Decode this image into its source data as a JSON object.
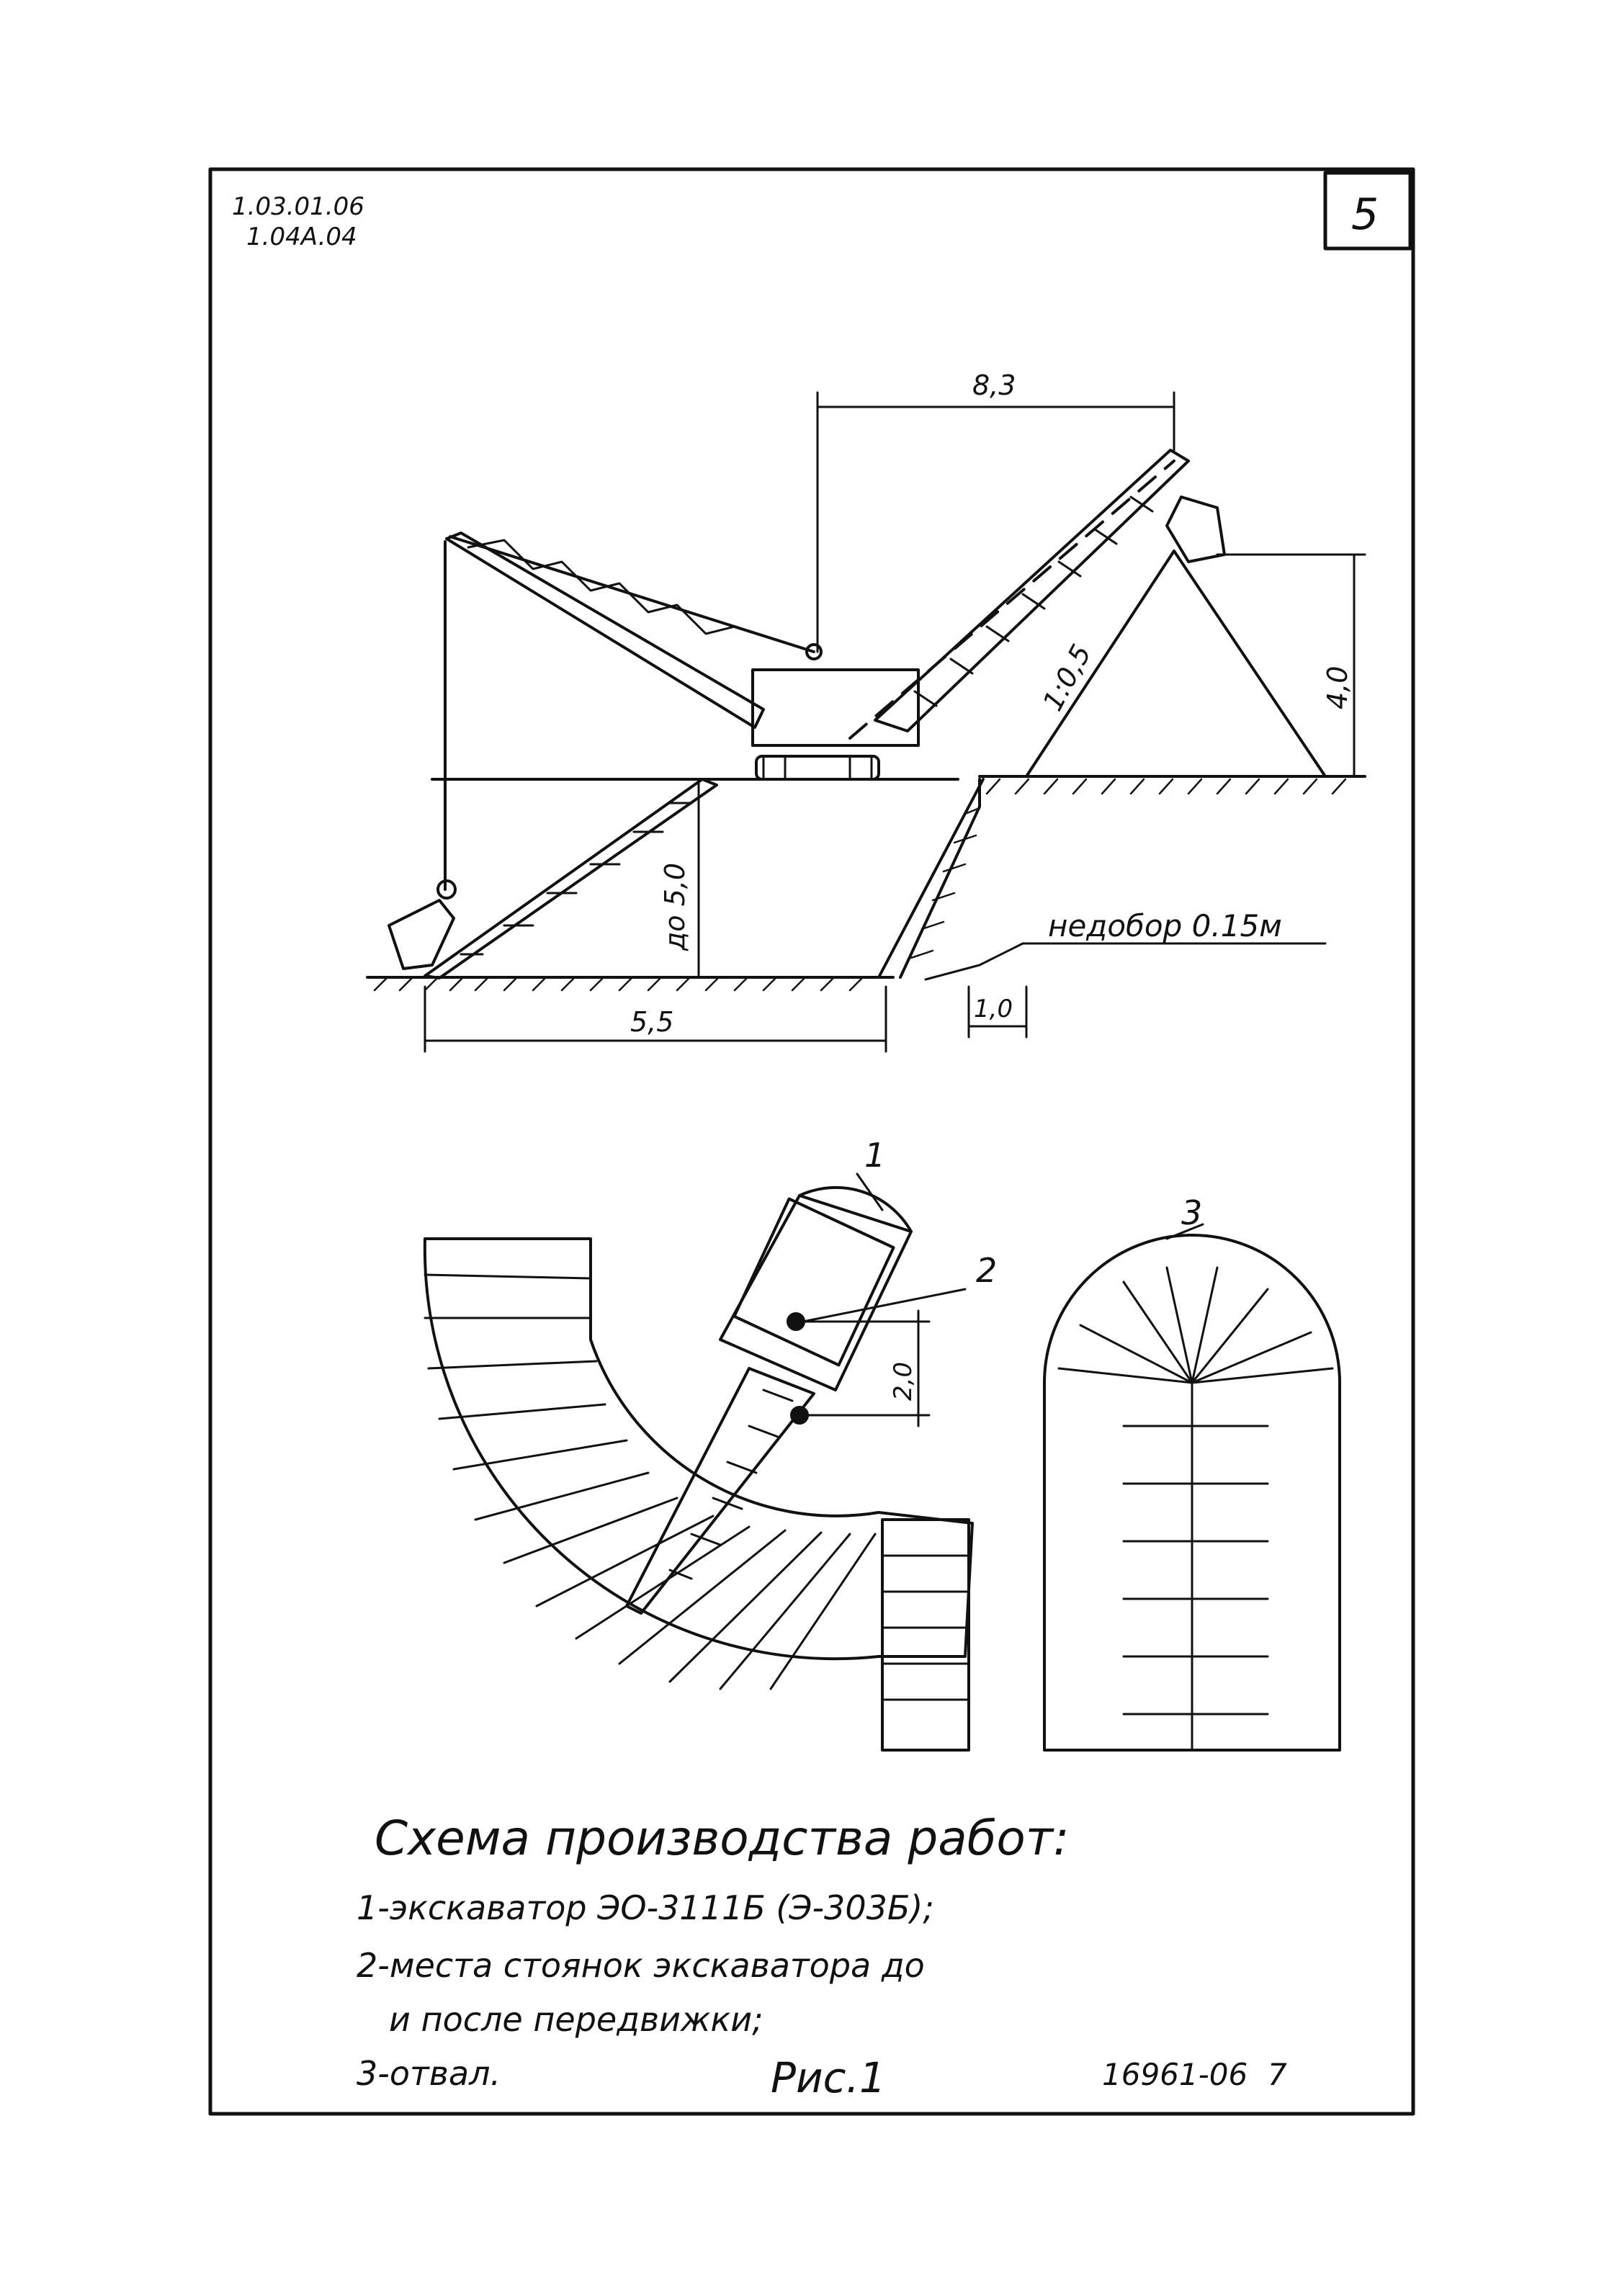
{
  "header": {
    "code_line_1": "1.03.01.06",
    "code_line_2": "1.04A.04",
    "sheet_number": "5"
  },
  "section_view": {
    "dimensions": {
      "reach": "8,3",
      "dump_height": "4,0",
      "slope_ratio": "1:0,5",
      "dig_depth": "до 5,0",
      "dig_radius": "5,5",
      "berm": "1,0"
    },
    "annotation": "недобор 0.15м"
  },
  "plan_view": {
    "callouts": [
      "1",
      "2",
      "3"
    ],
    "step_dimension": "2,0"
  },
  "caption": {
    "title": "Схема производства работ:",
    "items": [
      "1-экскаватор ЭО-3111Б (Э-303Б);",
      "2-места стоянок экскаватора до",
      "и после передвижки;",
      "3-отвал."
    ],
    "figure_label": "Рис.1",
    "document_code": "16961-06",
    "page": "7"
  },
  "colors": {
    "ink": "#111111",
    "paper": "#ffffff"
  }
}
